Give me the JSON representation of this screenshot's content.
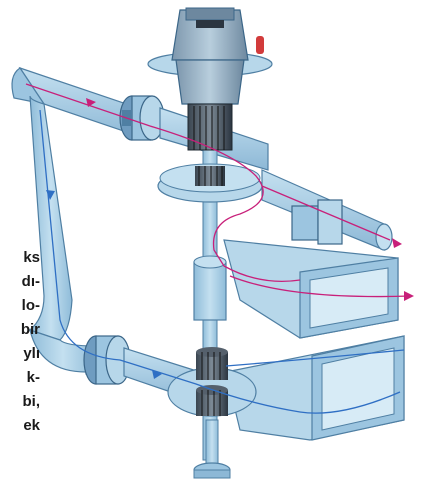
{
  "caption_fragments": [
    "ks",
    "dı-",
    "lo-",
    "bir",
    "ylı",
    "k-",
    "bi,",
    "ek"
  ],
  "colors": {
    "pipe_fill": "#a9cfe6",
    "pipe_edge": "#4f7fa3",
    "pipe_dark": "#6f9cc0",
    "metal_dark": "#2b3540",
    "flow_magenta": "#c8207a",
    "flow_blue": "#2f6fc4",
    "accent_red": "#d23b3b"
  },
  "icons": [
    "generator-housing",
    "turbine-runner",
    "valve-flange",
    "flow-arrow"
  ]
}
